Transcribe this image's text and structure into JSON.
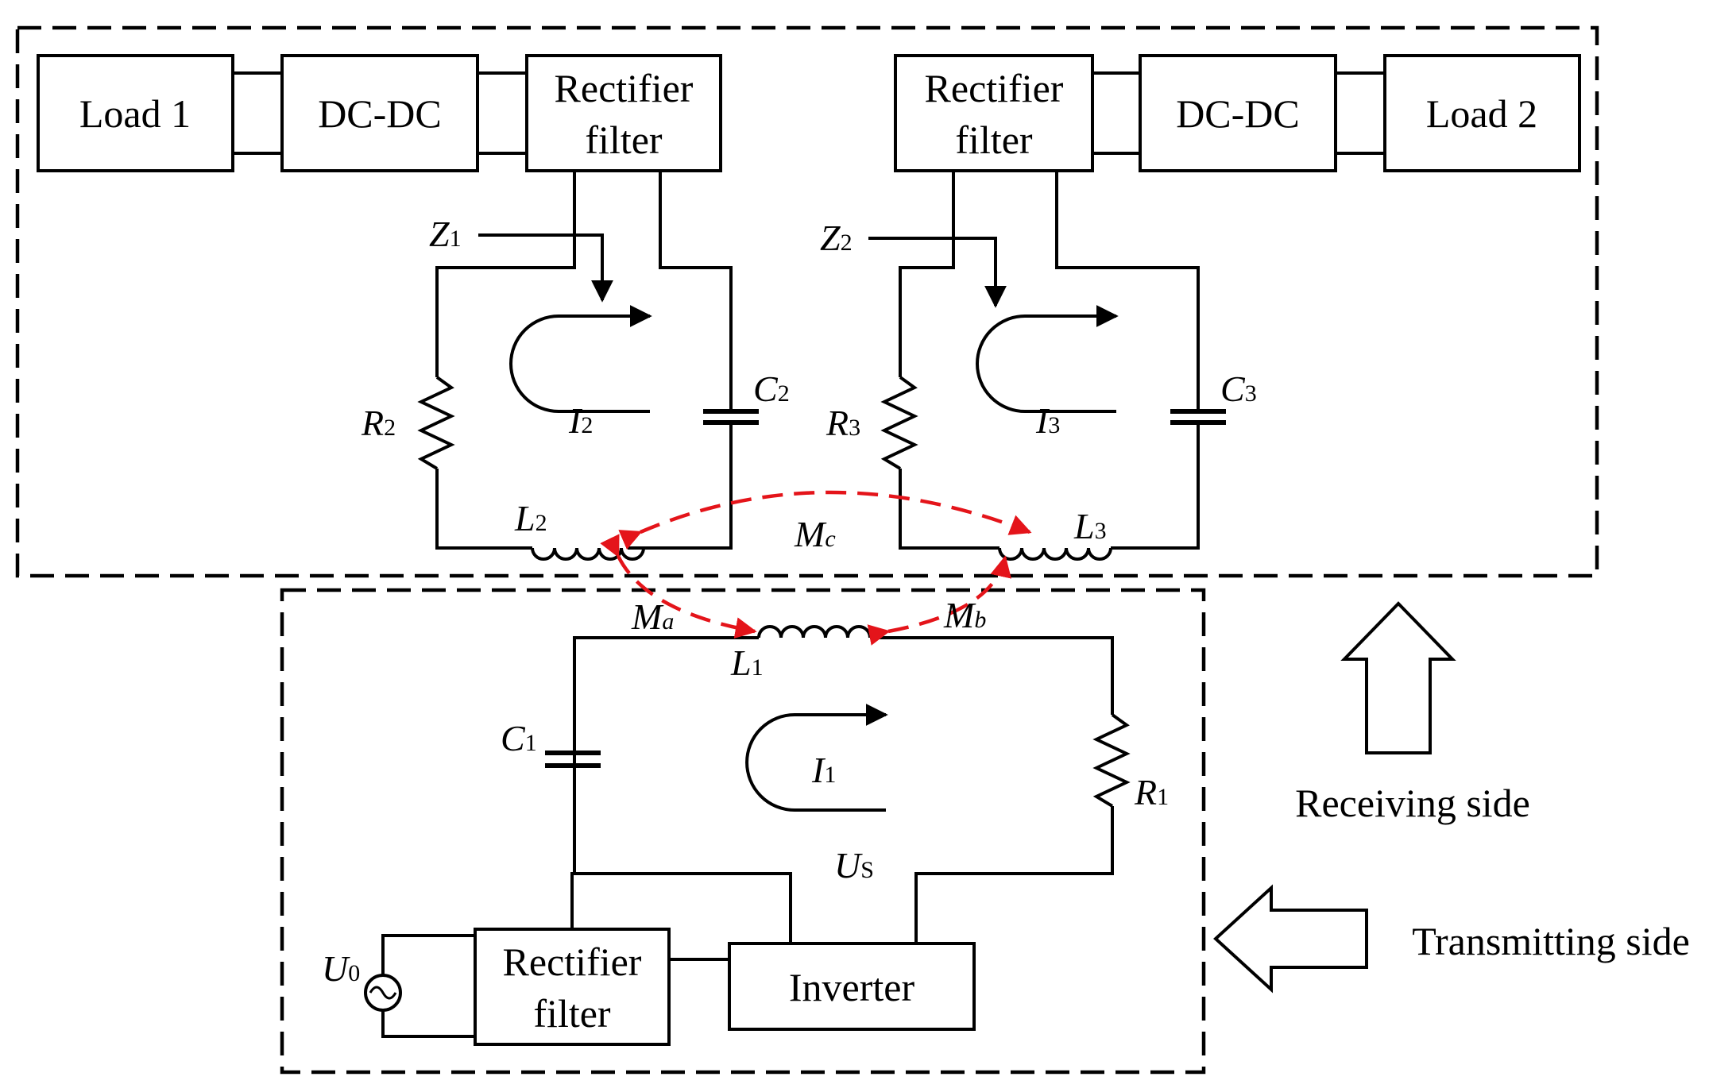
{
  "receiving_side": {
    "load1": "Load  1",
    "dcdc1": "DC-DC",
    "rect1": [
      "Rectifier",
      "filter"
    ],
    "rect2": [
      "Rectifier",
      "filter"
    ],
    "dcdc2": "DC-DC",
    "load2": "Load  2"
  },
  "transmitting_side": {
    "rect": [
      "Rectifier",
      "filter"
    ],
    "inverter": "Inverter"
  },
  "symbols": {
    "Z1": {
      "main": "Z",
      "sub": "1"
    },
    "Z2": {
      "main": "Z",
      "sub": "2"
    },
    "R1": {
      "main": "R",
      "sub": "1"
    },
    "R2": {
      "main": "R",
      "sub": "2"
    },
    "R3": {
      "main": "R",
      "sub": "3"
    },
    "C1": {
      "main": "C",
      "sub": "1"
    },
    "C2": {
      "main": "C",
      "sub": "2"
    },
    "C3": {
      "main": "C",
      "sub": "3"
    },
    "L1": {
      "main": "L",
      "sub": "1"
    },
    "L2": {
      "main": "L",
      "sub": "2"
    },
    "L3": {
      "main": "L",
      "sub": "3"
    },
    "I1": {
      "main": "I",
      "sub": "1"
    },
    "I2": {
      "main": "I",
      "sub": "2"
    },
    "I3": {
      "main": "I",
      "sub": "3"
    },
    "Ma": {
      "main": "M",
      "sub": "a"
    },
    "Mb": {
      "main": "M",
      "sub": "b"
    },
    "Mc": {
      "main": "M",
      "sub": "c"
    },
    "Us": {
      "main": "U",
      "sub": "S"
    },
    "U0": {
      "main": "U",
      "sub": "0"
    }
  },
  "legend": {
    "receiving": "Receiving side",
    "transmitting": "Transmitting side"
  },
  "colors": {
    "mutual_inductance": "#e4141a",
    "line": "#000000"
  }
}
